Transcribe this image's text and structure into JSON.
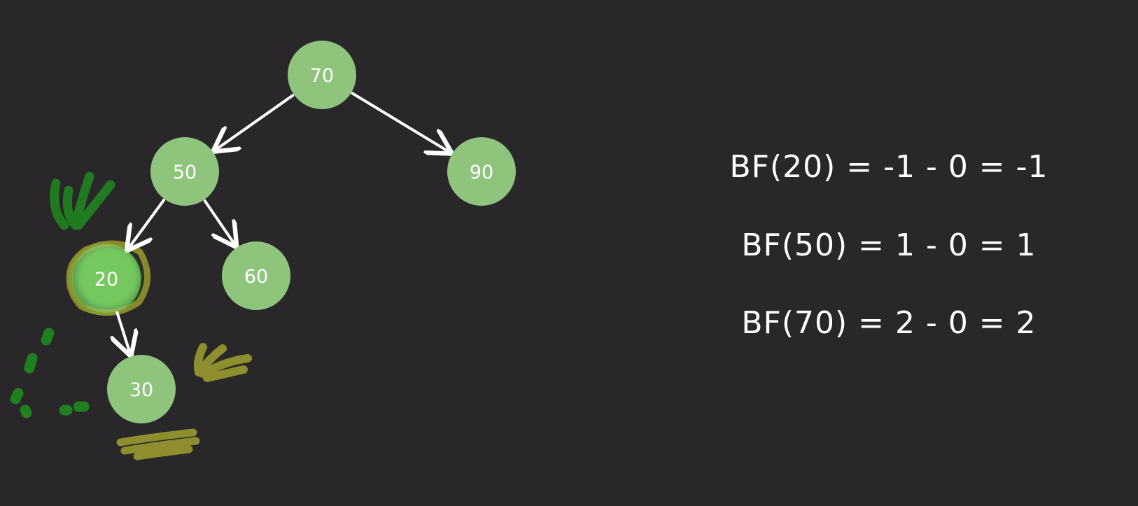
{
  "colors": {
    "background": "#29272a",
    "node_fill": "#8fc47d",
    "edge": "#ffffff",
    "text": "#ffffff",
    "green_annotation": "#1f8a1f",
    "green_highlight": "#6cf040",
    "yellow_annotation": "#a8a830"
  },
  "tree": {
    "nodes": [
      {
        "id": "n70",
        "label": "70"
      },
      {
        "id": "n50",
        "label": "50"
      },
      {
        "id": "n90",
        "label": "90"
      },
      {
        "id": "n20",
        "label": "20"
      },
      {
        "id": "n60",
        "label": "60"
      },
      {
        "id": "n30",
        "label": "30"
      }
    ],
    "edges": [
      {
        "from": "n70",
        "to": "n50"
      },
      {
        "from": "n70",
        "to": "n90"
      },
      {
        "from": "n50",
        "to": "n20"
      },
      {
        "from": "n50",
        "to": "n60"
      },
      {
        "from": "n20",
        "to": "n30"
      }
    ],
    "highlighted_node": "n20"
  },
  "balance_factors": [
    {
      "text": "BF(20) = -1 - 0 = -1"
    },
    {
      "text": "BF(50) = 1 - 0 = 1"
    },
    {
      "text": "BF(70) = 2 - 0 = 2"
    }
  ]
}
